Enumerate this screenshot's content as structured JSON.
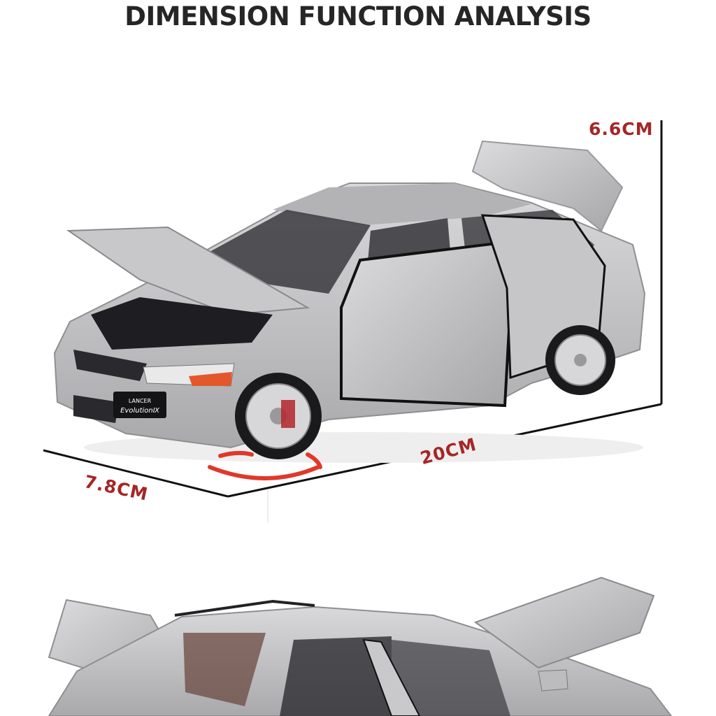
{
  "header": {
    "title": "DIMENSION FUNCTION ANALYSIS"
  },
  "dimensions": {
    "height": "6.6CM",
    "length": "20CM",
    "width": "7.8CM"
  },
  "product_badge": {
    "line1": "LANCER",
    "line2": "EvolutionⅨ"
  },
  "colors": {
    "title": "#262626",
    "dimension_label": "#a52626",
    "car_body": "#c4c4c6",
    "rotate_arrow": "#e0382a"
  }
}
